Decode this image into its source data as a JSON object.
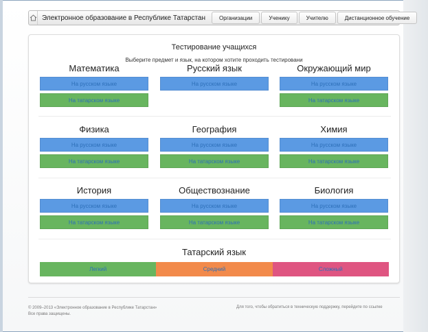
{
  "navbar": {
    "brand": "Электронное образование в Республике Татарстан",
    "items": [
      "Организации",
      "Ученику",
      "Учителю",
      "Дистанционное обучение"
    ]
  },
  "main": {
    "title": "Тестирование учащихся",
    "subtitle": "Выберите предмет и язык, на котором хотите проходить тестировани",
    "subjects": [
      {
        "name": "Математика",
        "ru": "На русском языке",
        "tt": "На татарском языке"
      },
      {
        "name": "Русский язык",
        "ru": "На русском языке"
      },
      {
        "name": "Окружающий мир",
        "ru": "На русском языке",
        "tt": "На татарском языке"
      },
      {
        "name": "Физика",
        "ru": "На русском языке",
        "tt": "На татарском языке"
      },
      {
        "name": "География",
        "ru": "На русском языке",
        "tt": "На татарском языке"
      },
      {
        "name": "Химия",
        "ru": "На русском языке",
        "tt": "На татарском языке"
      },
      {
        "name": "История",
        "ru": "На русском языке",
        "tt": "На татарском языке"
      },
      {
        "name": "Обществознание",
        "ru": "На русском языке",
        "tt": "На татарском языке"
      },
      {
        "name": "Биология",
        "ru": "На русском языке",
        "tt": "На татарском языке"
      }
    ],
    "tatar": {
      "title": "Татарский язык",
      "levels": [
        "Легкий",
        "Средний",
        "Сложный"
      ]
    }
  },
  "footer": {
    "copyright": "© 2009–2013 «Электронное образование в Республике Татарстан»",
    "rights": "Все права защищены.",
    "support": "Для того, чтобы обратиться в техническую поддержку, перейдите по ссылке"
  },
  "colors": {
    "russian_button": "#5b9ae3",
    "tatar_button": "#68b55f",
    "level_easy": "#68b55f",
    "level_medium": "#f28a4b",
    "level_hard": "#df5581"
  }
}
